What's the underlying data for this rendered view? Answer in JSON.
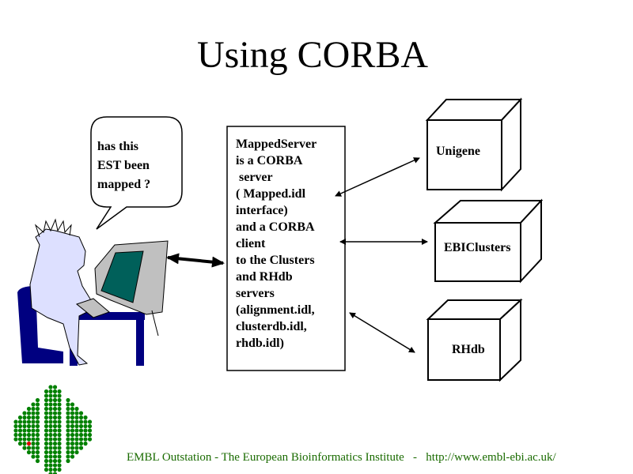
{
  "title": "Using CORBA",
  "bubble": {
    "lines": [
      "has this",
      "EST been",
      "mapped ?"
    ]
  },
  "server_box": {
    "text": "MappedServer\nis a CORBA\n server\n( Mapped.idl\ninterface)\nand a CORBA\nclient\nto the Clusters\nand RHdb\nservers\n(alignment.idl,\nclusterdb.idl,\nrhdb.idl)"
  },
  "servers": [
    {
      "label": "Unigene"
    },
    {
      "label": "EBIClusters"
    },
    {
      "label": "RHdb"
    }
  ],
  "footer": {
    "org": "EMBL Outstation - The European Bioinformatics Institute",
    "separator": "-",
    "url": "http://www.embl-ebi.ac.uk/"
  },
  "colors": {
    "logo_green": "#008000",
    "logo_red": "#e00000",
    "footer_text": "#1a6b00",
    "screen": "#00605a",
    "monitor": "#c0c0c0",
    "person": "#dde0ff",
    "chair": "#000080"
  }
}
